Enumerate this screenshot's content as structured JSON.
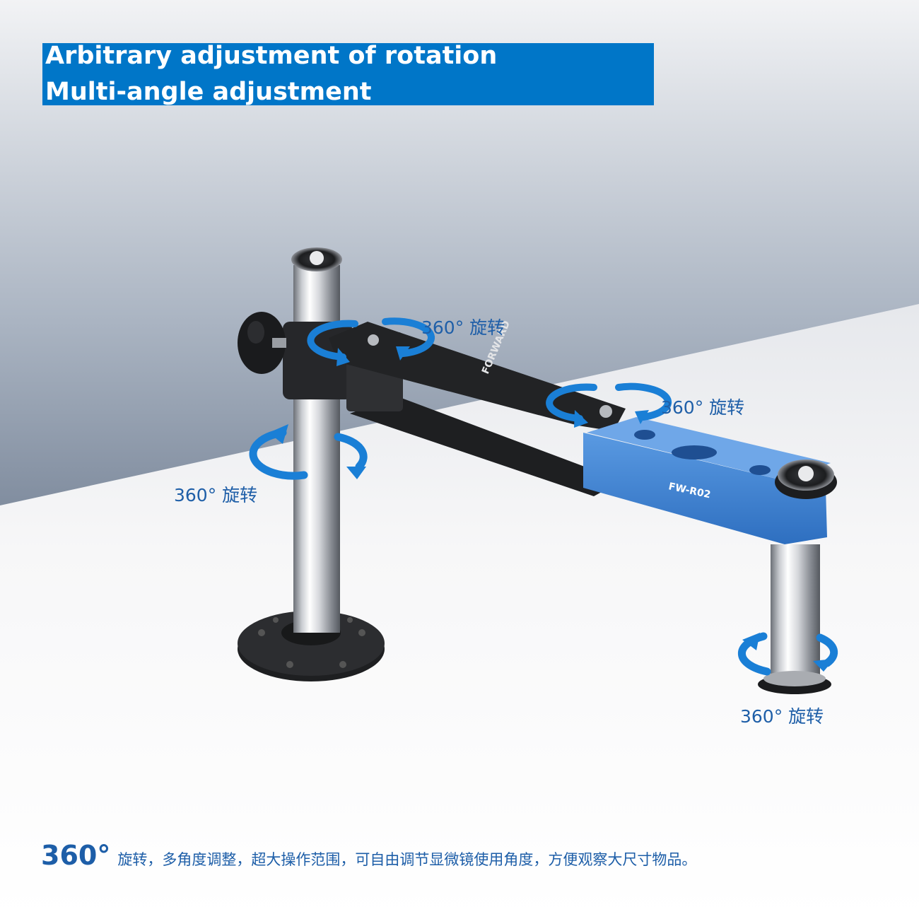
{
  "banner": {
    "line1": "Arbitrary adjustment of rotation",
    "line2": "Multi-angle adjustment"
  },
  "rotation_labels": {
    "top_joint": "360° 旋转",
    "middle_joint": "360° 旋转",
    "left_post": "360° 旋转",
    "right_post": "360° 旋转"
  },
  "product": {
    "arm_brand_text": "FORWARD",
    "model_text": "FW-R02"
  },
  "caption": {
    "highlight": "360°",
    "text": "旋转，多角度调整，超大操作范围，可自由调节显微镜使用角度，方便观察大尺寸物品。"
  },
  "colors": {
    "banner_bg": "#0076c8",
    "accent_blue": "#1f5fa8",
    "arrow_blue": "#1a7fd6",
    "arm_blue": "#3f86d8",
    "arm_black": "#232426"
  },
  "icons": [
    "rotation-arrow-icon",
    "locking-knob-icon",
    "brand-cap-icon"
  ]
}
